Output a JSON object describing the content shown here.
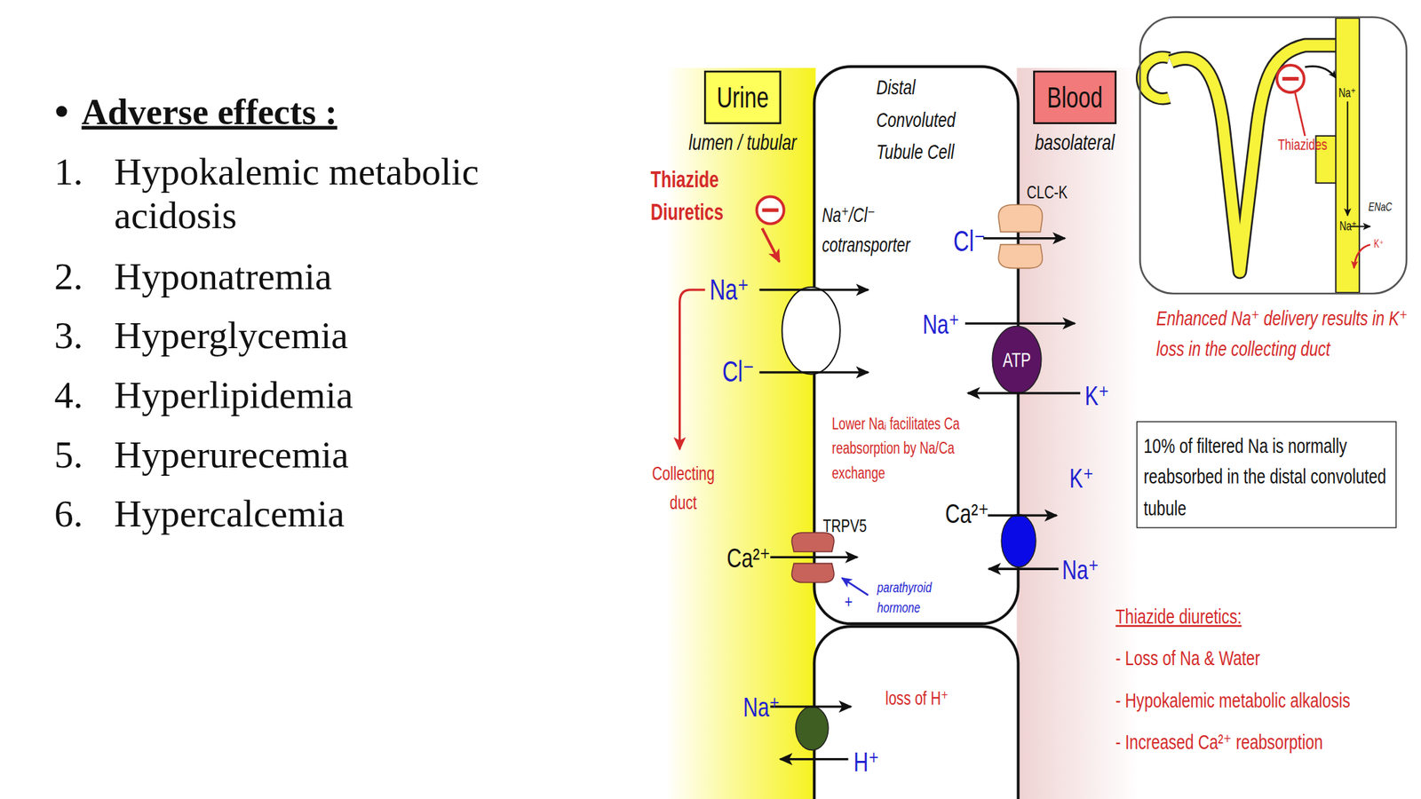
{
  "diagram": {
    "title": "Adverse effects :",
    "nodes": [
      {
        "text": [
          "Urine",
          "lumen / tubular"
        ]
      },
      {
        "text": [
          "Distal Convoluted Tubule Cell"
        ]
      },
      {
        "text": [
          "Blood",
          "basolateral"
        ]
      },
      {
        "text": [
          "Na⁺",
          "Thiazides",
          "ENaC",
          "Na⁺",
          "K⁺"
        ]
      },
      {
        "text": [
          "ATP"
        ]
      },
      {
        "text": [
          "10% of filtered Na is normally reabsorbed in the distal convoluted tubule"
        ]
      },
      {
        "text": [
          "loss of H⁺"
        ]
      }
    ],
    "labels": [
      "1.",
      "Hypokalemic metabolic acidosis",
      "2.",
      "Hyponatremia",
      "3.",
      "Hyperglycemia",
      "4.",
      "Hyperlipidemia",
      "5.",
      "Hyperurecemia",
      "6.",
      "Hypercalcemia",
      "Thiazide Diuretics",
      "Na⁺/Cl⁻ cotransporter",
      "Na⁺",
      "Cl⁻",
      "Collecting duct",
      "CLC-K",
      "Cl⁻",
      "Na⁺",
      "K⁺",
      "Lower Naᵢ facilitates Ca reabsorption by Na/Ca exchange",
      "K⁺",
      "Ca²⁺",
      "TRPV5",
      "Ca²⁺",
      "Na⁺",
      "+",
      "parathyroid hormone",
      "Na⁺",
      "H⁺",
      "Enhanced Na⁺ delivery results in K⁺ loss in the collecting duct",
      "Thiazide diuretics:",
      "- Loss of Na & Water",
      "- Hypokalemic metabolic alkalosis",
      "- Increased Ca²⁺ reabsorption"
    ]
  }
}
